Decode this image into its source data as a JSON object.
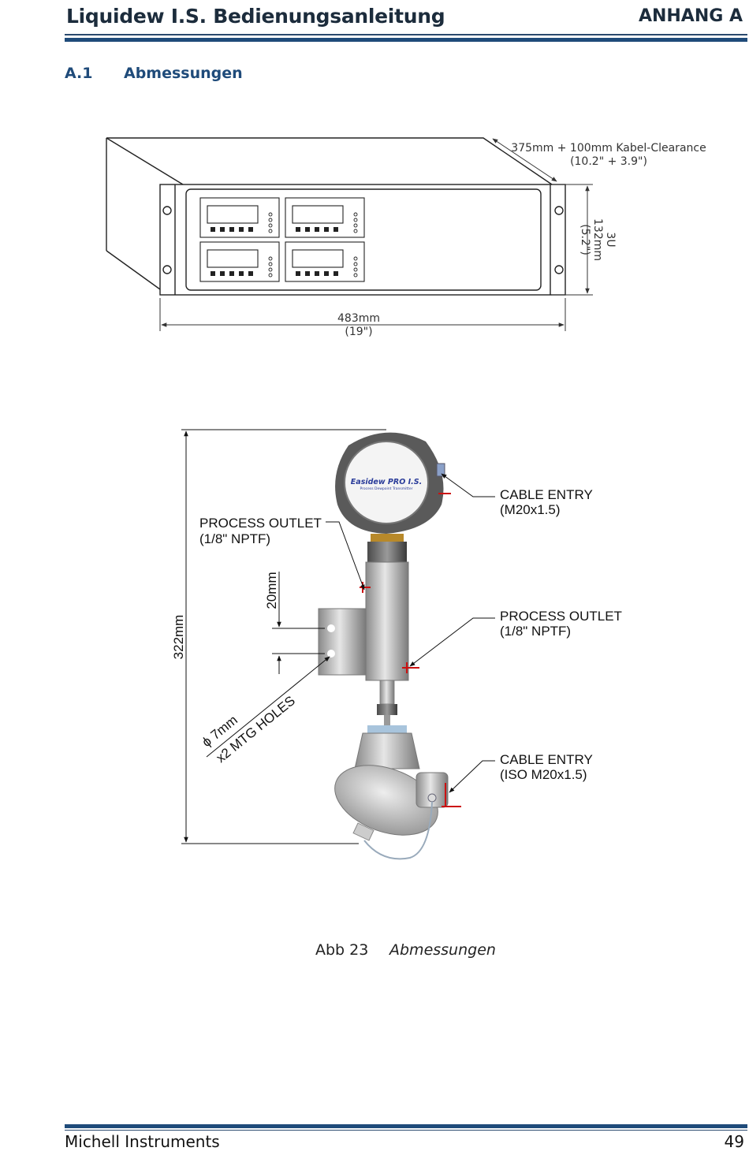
{
  "header": {
    "title": "Liquidew I.S. Bedienungsanleitung",
    "appendix": "ANHANG A"
  },
  "section": {
    "number": "A.1",
    "title": "Abmessungen"
  },
  "figure1": {
    "depth_line1": "375mm + 100mm Kabel-Clearance",
    "depth_line2": "(10.2\" + 3.9\")",
    "height_line1": "3U",
    "height_line2": "132mm",
    "height_line3": "(5.2\")",
    "width_line1": "483mm",
    "width_line2": "(19\")"
  },
  "figure2": {
    "height": "322mm",
    "hole_spacing": "20mm",
    "holes_line1": "ϕ 7mm",
    "holes_line2": "x2 MTG HOLES",
    "logo_brand": "Easidew PRO I.S.",
    "logo_sub": "Process Dewpoint Transmitter",
    "cable_entry_top_1": "CABLE ENTRY",
    "cable_entry_top_2": "(M20x1.5)",
    "process_outlet_left_1": "PROCESS OUTLET",
    "process_outlet_left_2": "(1/8\" NPTF)",
    "process_outlet_right_1": "PROCESS OUTLET",
    "process_outlet_right_2": "(1/8\" NPTF)",
    "cable_entry_bottom_1": "CABLE ENTRY",
    "cable_entry_bottom_2": "(ISO M20x1.5)"
  },
  "caption": {
    "number": "Abb 23",
    "text": "Abmessungen"
  },
  "footer": {
    "company": "Michell Instruments",
    "page": "49"
  }
}
